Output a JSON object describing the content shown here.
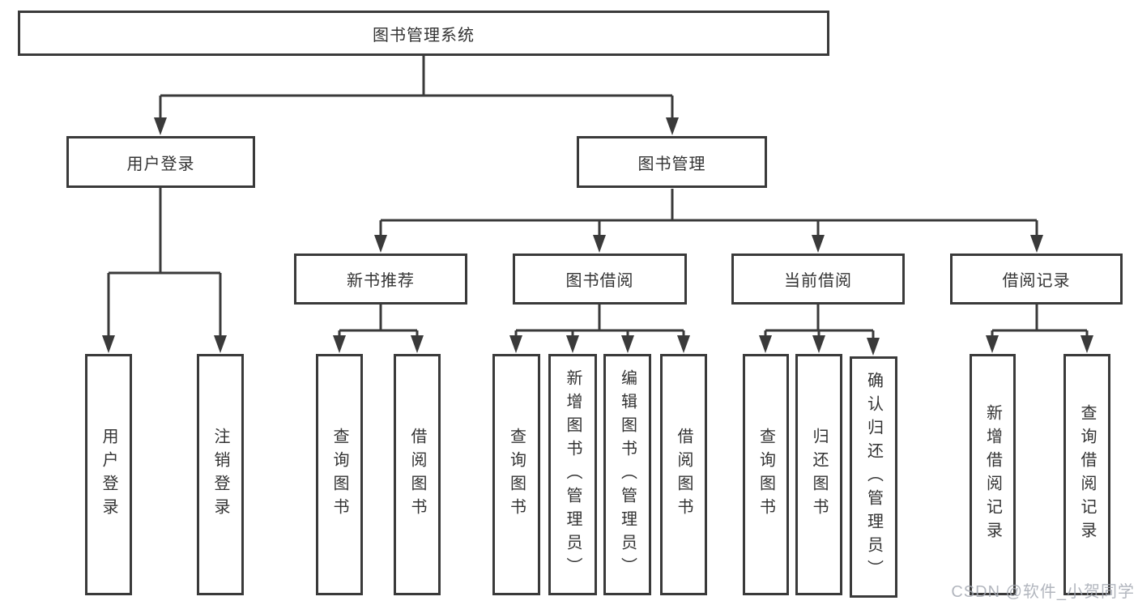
{
  "diagram_type": "hierarchy",
  "tree": {
    "root": {
      "label": "图书管理系统",
      "children": [
        {
          "label": "用户登录",
          "children": [
            {
              "label": "用户登录"
            },
            {
              "label": "注销登录"
            }
          ]
        },
        {
          "label": "图书管理",
          "children": [
            {
              "label": "新书推荐",
              "children": [
                {
                  "label": "查询图书"
                },
                {
                  "label": "借阅图书"
                }
              ]
            },
            {
              "label": "图书借阅",
              "children": [
                {
                  "label": "查询图书"
                },
                {
                  "label": "新增图书（管理员）"
                },
                {
                  "label": "编辑图书（管理员）"
                },
                {
                  "label": "借阅图书"
                }
              ]
            },
            {
              "label": "当前借阅",
              "children": [
                {
                  "label": "查询图书"
                },
                {
                  "label": "归还图书"
                },
                {
                  "label": "确认归还（管理员）"
                }
              ]
            },
            {
              "label": "借阅记录",
              "children": [
                {
                  "label": "新增借阅记录"
                },
                {
                  "label": "查询借阅记录"
                }
              ]
            }
          ]
        }
      ]
    }
  },
  "watermark": {
    "text": "CSDN @软件_小贺同学"
  },
  "colors": {
    "line": "#3a3a3a",
    "text": "#333333",
    "box_background": "#ffffff",
    "page_background": "#ffffff",
    "watermark": "#a4a9b3"
  }
}
